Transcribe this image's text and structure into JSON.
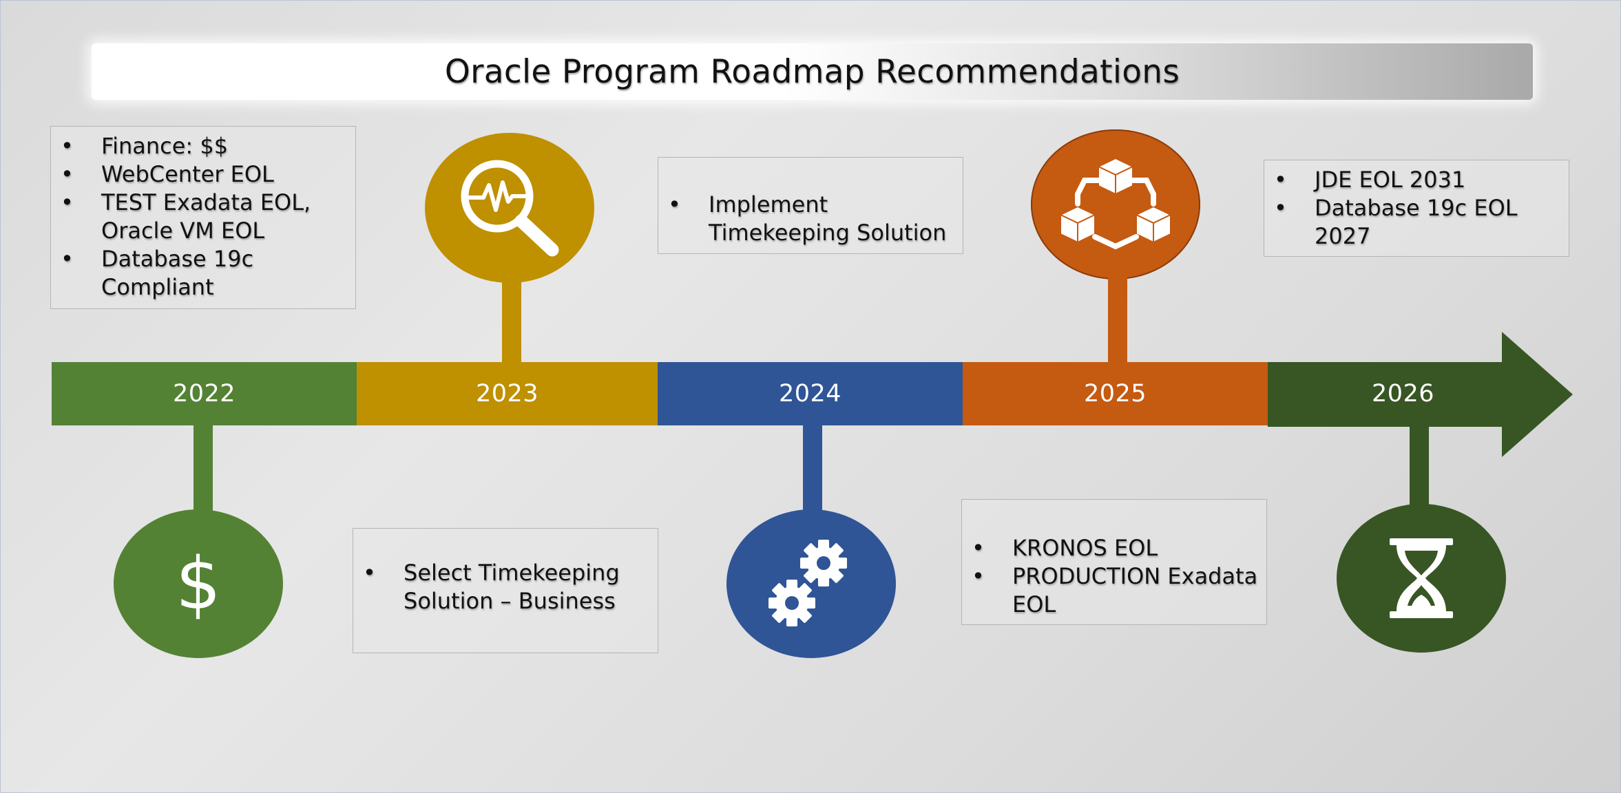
{
  "title": "Oracle Program Roadmap Recommendations",
  "colors": {
    "year_2022": "#548235",
    "year_2023": "#bf9000",
    "year_2024": "#2f5597",
    "year_2025": "#c55a11",
    "year_2026": "#375623"
  },
  "timeline": {
    "years": [
      "2022",
      "2023",
      "2024",
      "2025",
      "2026"
    ]
  },
  "milestones": {
    "m2022": {
      "icon": "dollar-icon",
      "items": [
        "Finance: $$",
        "WebCenter EOL",
        "TEST Exadata EOL, Oracle VM EOL",
        "Database 19c Compliant"
      ]
    },
    "m2023_a": {
      "icon": "analytics-magnifier-icon",
      "items": [
        "Select Timekeeping Solution – Business"
      ]
    },
    "m2024": {
      "icon": "gears-icon",
      "items": [
        "Implement Timekeeping Solution"
      ]
    },
    "m2025_a": {
      "icon": "connected-cubes-icon",
      "items": [
        "KRONOS EOL",
        "PRODUCTION Exadata EOL"
      ]
    },
    "m2026": {
      "icon": "hourglass-icon",
      "items": [
        "JDE EOL 2031",
        "Database 19c EOL 2027"
      ]
    }
  }
}
